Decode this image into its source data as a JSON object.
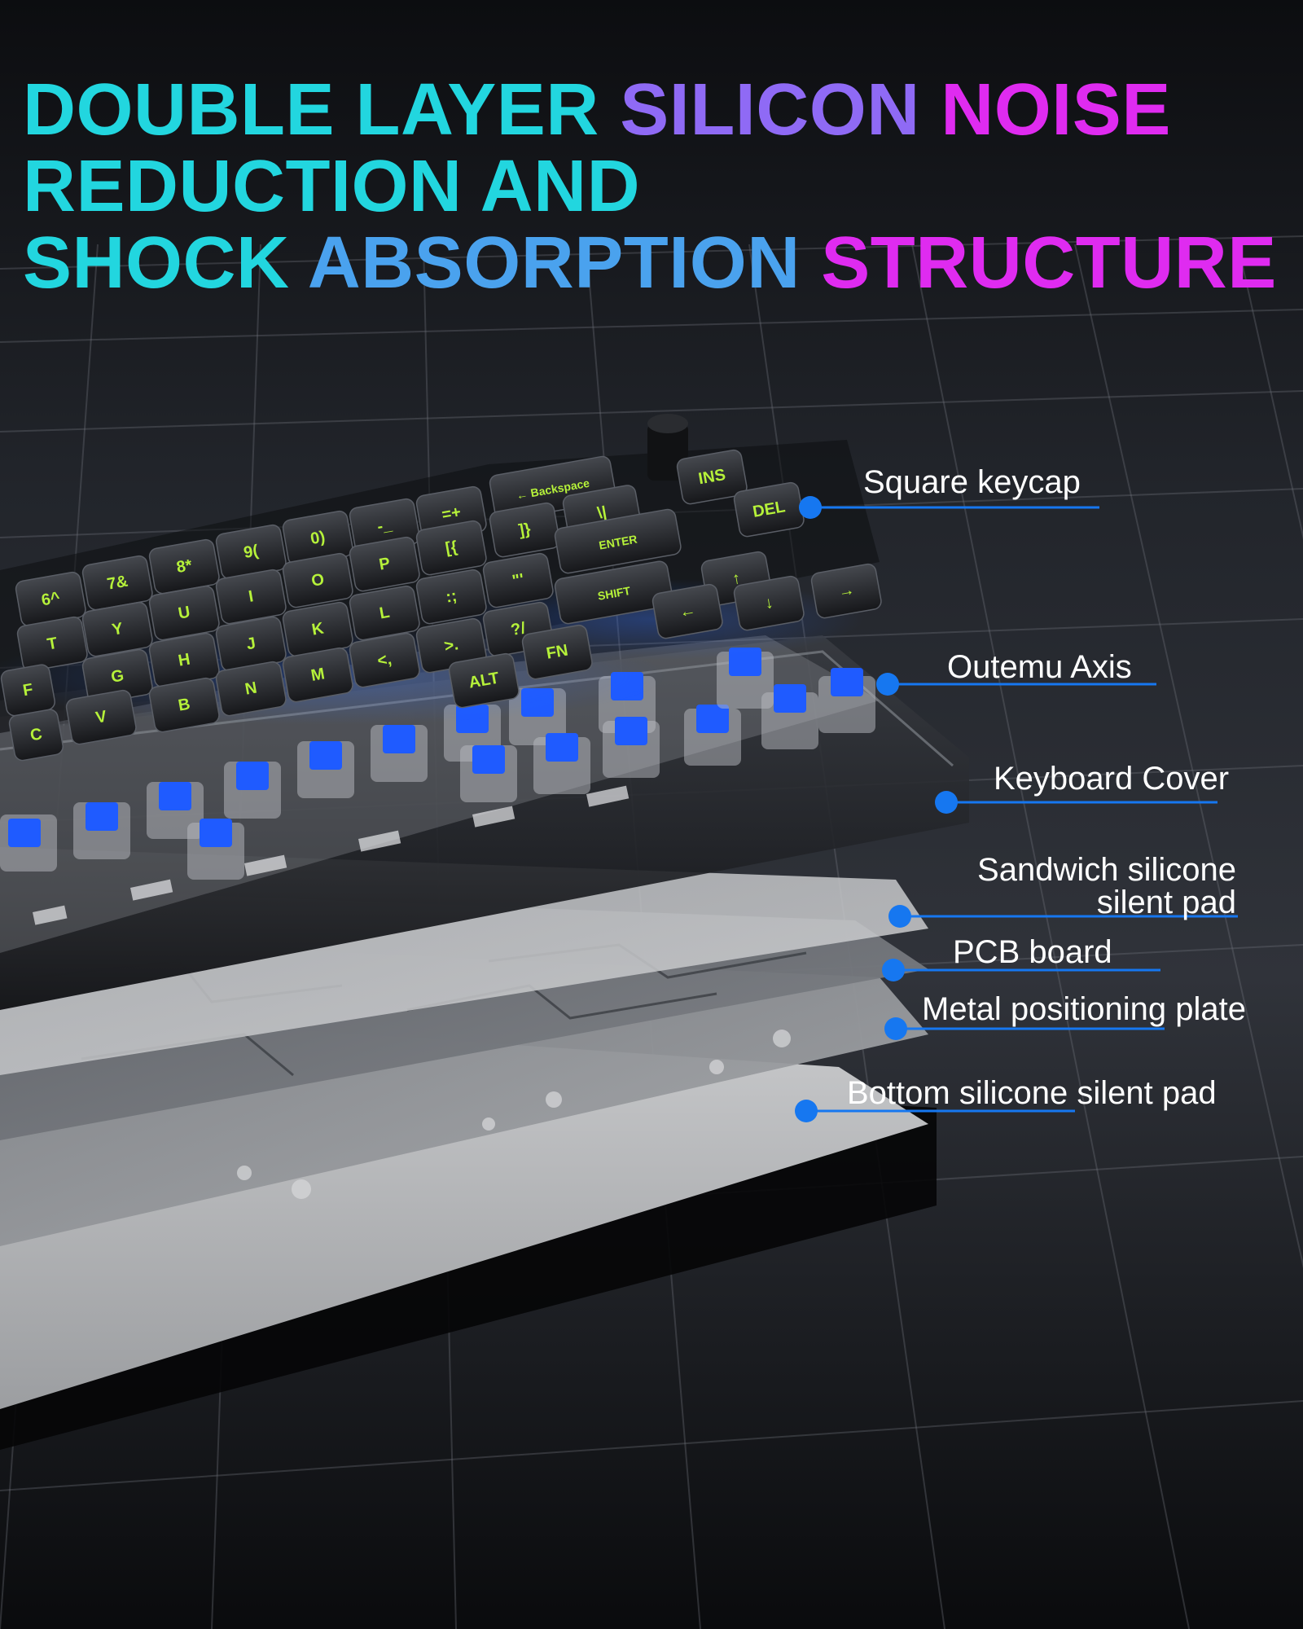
{
  "headline": {
    "line1": [
      {
        "text": "DOUBLE LAYER ",
        "color": "#22d6df"
      },
      {
        "text": "SILICON ",
        "color": "#8f6af5"
      },
      {
        "text": "NOISE",
        "color": "#df2bf0"
      }
    ],
    "line2": [
      {
        "text": "REDUCTION AND",
        "color": "#22d6df"
      }
    ],
    "line3": [
      {
        "text": "SHOCK ",
        "color": "#22d6df"
      },
      {
        "text": "ABSORPTION ",
        "color": "#4aa2ee"
      },
      {
        "text": "STRUCTURE",
        "color": "#df2bf0"
      }
    ]
  },
  "callouts": {
    "square_keycap": "Square keycap",
    "outemu_axis": "Outemu Axis",
    "keyboard_cover": "Keyboard Cover",
    "sandwich_pad_line1": "Sandwich silicone",
    "sandwich_pad_line2": "silent pad",
    "pcb_board": "PCB board",
    "metal_plate": "Metal positioning plate",
    "bottom_pad": "Bottom silicone silent pad"
  },
  "keycap_legends": [
    "6^",
    "7&",
    "8*",
    "9(",
    "0)",
    "-_",
    "=+",
    "← Backspace",
    "INS",
    "DEL",
    "T",
    "Y",
    "U",
    "I",
    "O",
    "P",
    "[{",
    "]}",
    "\\|",
    "G",
    "H",
    "J",
    "K",
    "L",
    ":;",
    "\"'",
    "ENTER",
    "B",
    "N",
    "M",
    "<,",
    ">.",
    "?/",
    "SHIFT",
    "↑",
    "C",
    "V",
    "ALT",
    "FN",
    "←",
    "↓",
    "→",
    "F"
  ],
  "colors": {
    "legend_green": "#b6f23a",
    "callout_line": "#1677f0",
    "switch_blue": "#1f5bff"
  }
}
